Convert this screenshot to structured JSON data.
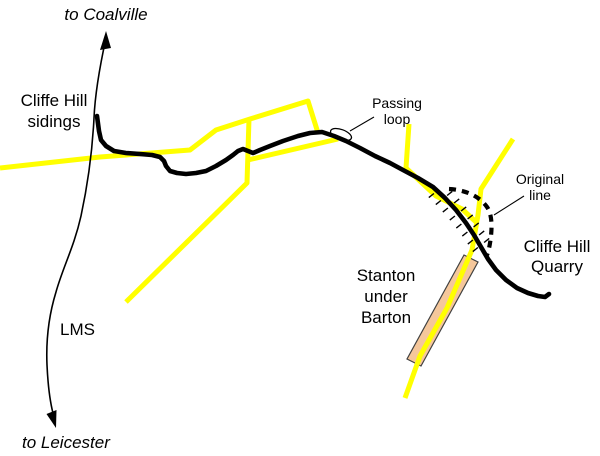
{
  "colors": {
    "background": "#ffffff",
    "road": "#ffff00",
    "railway": "#000000",
    "lms_line": "#000000",
    "dashed_line": "#000000",
    "village_fill": "#f5c79b",
    "village_border": "#404040",
    "text": "#000000"
  },
  "labels": {
    "to_coalville": "to Coalville",
    "cliffe_hill_sidings": [
      "Cliffe Hill",
      "sidings"
    ],
    "passing_loop": [
      "Passing",
      "loop"
    ],
    "original_line": [
      "Original",
      "line"
    ],
    "cliffe_hill_quarry": [
      "Cliffe Hill",
      "Quarry"
    ],
    "stanton_under_barton": [
      "Stanton",
      "under",
      "Barton"
    ],
    "lms": "LMS",
    "to_leicester": "to Leicester"
  }
}
